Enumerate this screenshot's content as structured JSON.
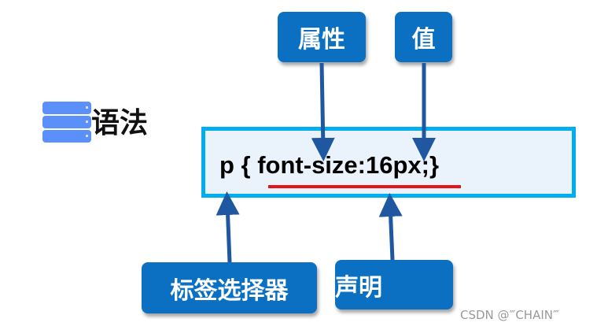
{
  "title": "语法",
  "code": "p { font-size:16px;}",
  "labels": {
    "property": "属性",
    "value": "值",
    "selector": "标签选择器",
    "declaration": "声明"
  },
  "watermark": "CSDN @‴CHAIN‴",
  "colors": {
    "label_bg": "#0b6fc2",
    "box_border": "#00aeef",
    "box_bg": "#eaf3fb",
    "arrow": "#1f57a0",
    "underline": "#e8141b"
  }
}
